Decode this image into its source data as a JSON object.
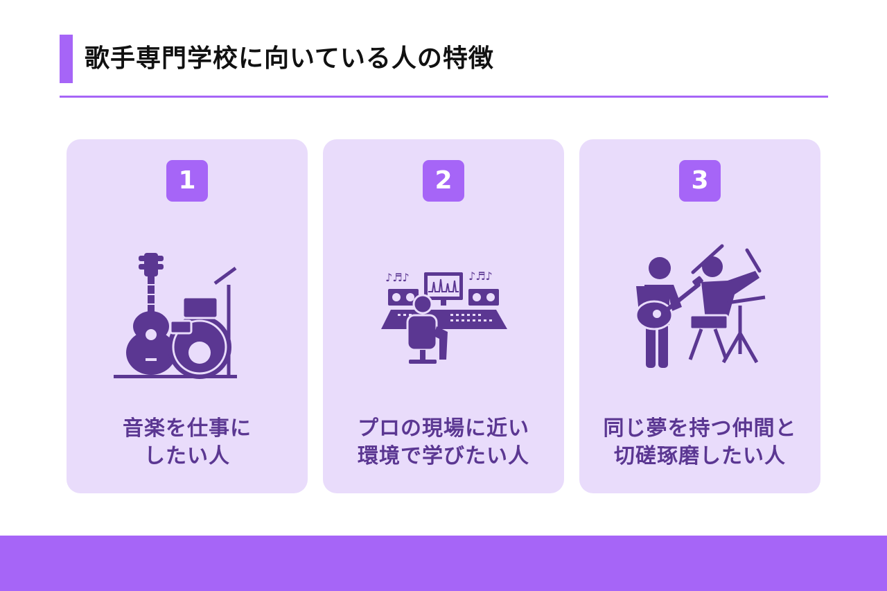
{
  "page": {
    "title": "歌手専門学校に向いている人の特徴",
    "accent_color": "#a665f7",
    "card_bg_color": "#e9dcfb",
    "text_color": "#5b3792"
  },
  "cards": [
    {
      "number": "1",
      "icon": "band-instruments-icon",
      "caption_line1": "音楽を仕事に",
      "caption_line2": "したい人"
    },
    {
      "number": "2",
      "icon": "recording-studio-icon",
      "caption_line1": "プロの現場に近い",
      "caption_line2": "環境で学びたい人"
    },
    {
      "number": "3",
      "icon": "band-members-icon",
      "caption_line1": "同じ夢を持つ仲間と",
      "caption_line2": "切磋琢磨したい人"
    }
  ]
}
